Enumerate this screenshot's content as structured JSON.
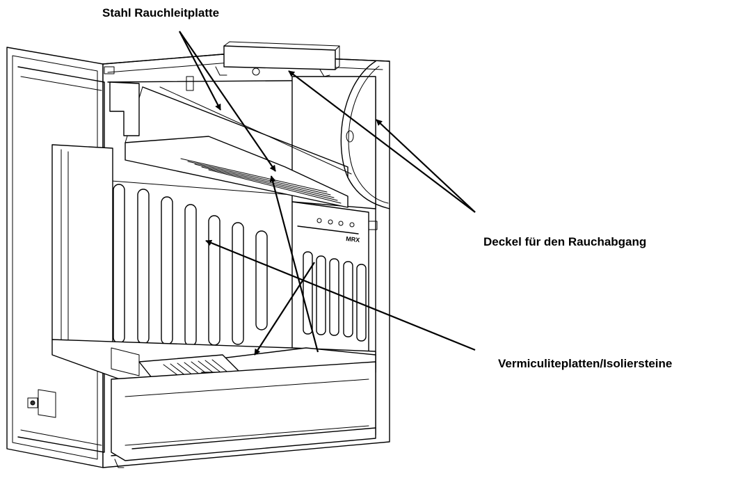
{
  "labels": {
    "smoke_baffle": "Stahl Rauchleitplatte",
    "flue_cover": "Deckel für den Rauchabgang",
    "vermiculite": "Vermiculiteplatten/Isoliersteine"
  },
  "stamp": {
    "brand_mark": "MRX"
  },
  "colors": {
    "line": "#000000",
    "background": "#ffffff"
  }
}
